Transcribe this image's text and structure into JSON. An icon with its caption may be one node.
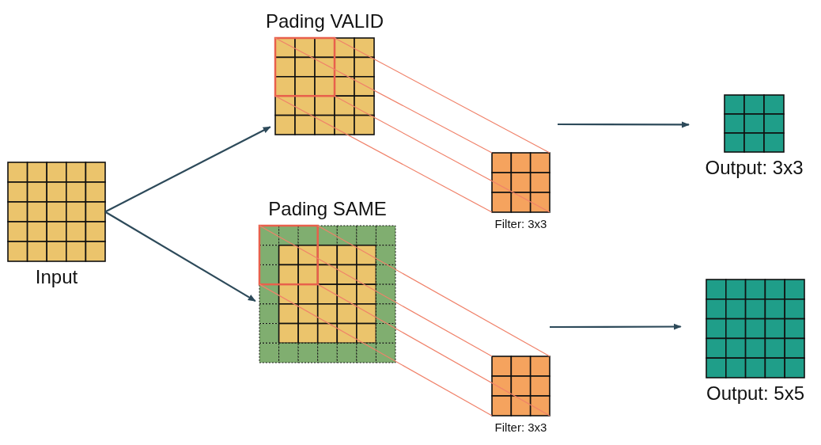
{
  "diagram": {
    "nodes": [
      {
        "text": [
          "Input"
        ]
      },
      {
        "text": [
          "Pading VALID"
        ]
      },
      {
        "text": [
          "Filter: 3x3"
        ]
      },
      {
        "text": [
          "Output: 3x3"
        ]
      },
      {
        "text": [
          "Pading SAME"
        ]
      },
      {
        "text": [
          "Filter: 3x3"
        ]
      },
      {
        "text": [
          "Output: 5x5"
        ]
      }
    ],
    "edges": [
      {
        "from": 0,
        "to": 1,
        "arrow": "to",
        "color": "#2d4a5a"
      },
      {
        "from": 0,
        "to": 4,
        "arrow": "to",
        "color": "#2d4a5a"
      },
      {
        "from": 1,
        "to": 2,
        "arrow": "none"
      },
      {
        "from": 1,
        "to": 2,
        "arrow": "none"
      },
      {
        "from": 1,
        "to": 2,
        "arrow": "none"
      },
      {
        "from": 1,
        "to": 2,
        "arrow": "none"
      },
      {
        "from": null,
        "to": 3,
        "arrow": "to",
        "color": "#2d4a5a"
      },
      {
        "from": 4,
        "to": 5,
        "arrow": "none"
      },
      {
        "from": 4,
        "to": 5,
        "arrow": "none"
      },
      {
        "from": 4,
        "to": 5,
        "arrow": "none"
      },
      {
        "from": 4,
        "to": 5,
        "arrow": "none"
      },
      {
        "from": null,
        "to": 6,
        "arrow": "to",
        "color": "#2d4a5a"
      }
    ]
  }
}
